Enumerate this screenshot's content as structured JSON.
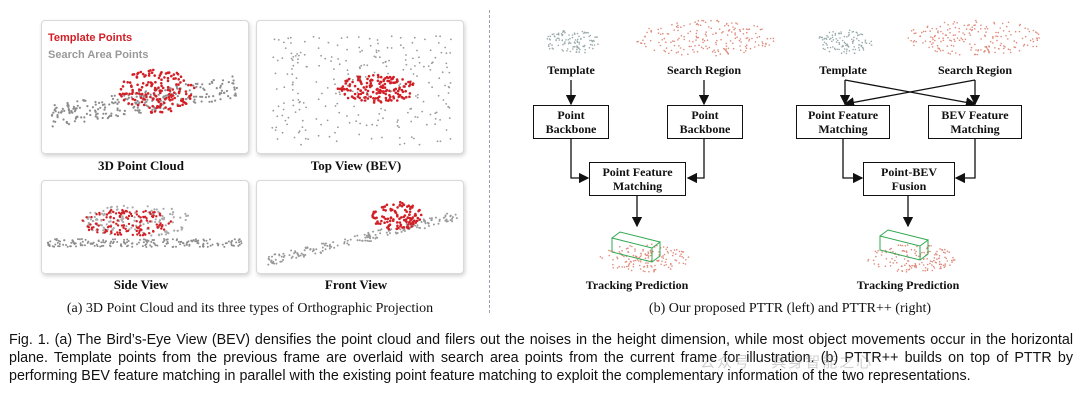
{
  "left_figure": {
    "legend": {
      "template": "Template Points",
      "search": "Search Area Points"
    },
    "views": {
      "cloud": "3D Point Cloud",
      "top": "Top View (BEV)",
      "side": "Side View",
      "front": "Front View"
    },
    "subcaption": "(a) 3D Point Cloud and its three types of Orthographic Projection",
    "colors": {
      "template": "#d21f26",
      "search": "#8c8c8c"
    }
  },
  "right_figure": {
    "pttr": {
      "template": "Template",
      "search_region": "Search Region",
      "backbone_left": "Point\nBackbone",
      "backbone_right": "Point\nBackbone",
      "matching": "Point Feature\nMatching",
      "prediction": "Tracking Prediction"
    },
    "pttrpp": {
      "template": "Template",
      "search_region": "Search Region",
      "point_matching": "Point Feature\nMatching",
      "bev_matching": "BEV Feature\nMatching",
      "fusion": "Point-BEV\nFusion",
      "prediction": "Tracking Prediction"
    },
    "subcaption": "(b) Our proposed PTTR (left) and PTTR++ (right)"
  },
  "caption": "Fig. 1. (a) The Bird’s-Eye View (BEV) densifies the point cloud and filers out the noises in the height dimension, while most object movements occur in the horizontal plane. Template points from the previous frame are overlaid with search area points from the current frame for illustration. (b) PTTR++ builds on top of PTTR by performing BEV feature matching in parallel with the existing point feature matching to exploit the complementary information of the two representations.",
  "watermark": "公众号 · 具身智能之心"
}
